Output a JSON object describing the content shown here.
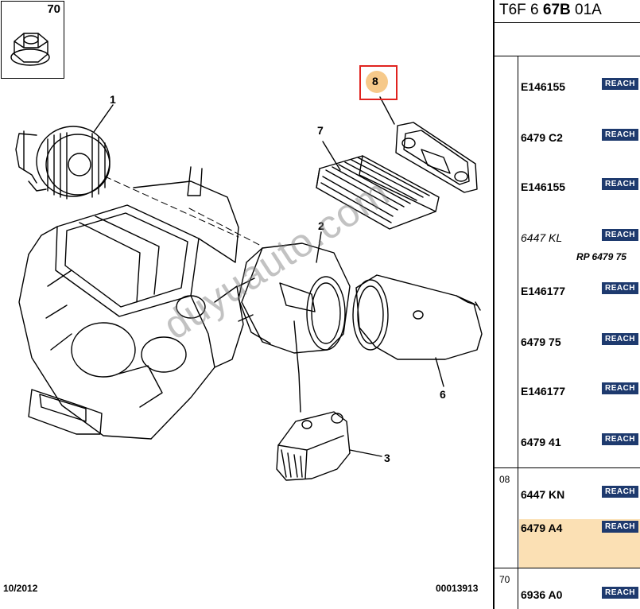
{
  "header": {
    "code_prefix": "T6F 6",
    "code_bold": "67B",
    "code_suffix": "01A"
  },
  "diagram": {
    "box_label": "70",
    "callouts": [
      "1",
      "2",
      "3",
      "6",
      "7",
      "8"
    ],
    "highlighted_callout": "8",
    "date": "10/2012",
    "code": "00013913",
    "watermark": "duyuauto.com"
  },
  "parts": {
    "group_a": [
      {
        "ref": "E146155",
        "badge": "REACH",
        "style": "bold"
      },
      {
        "ref": "6479 C2",
        "badge": "REACH",
        "style": "bold"
      },
      {
        "ref": "E146155",
        "badge": "REACH",
        "style": "bold"
      },
      {
        "ref": "6447 KL",
        "badge": "REACH",
        "style": "italic",
        "sub": "RP 6479 75"
      },
      {
        "ref": "E146177",
        "badge": "REACH",
        "style": "bold"
      },
      {
        "ref": "6479 75",
        "badge": "REACH",
        "style": "bold"
      },
      {
        "ref": "E146177",
        "badge": "REACH",
        "style": "bold"
      },
      {
        "ref": "6479 41",
        "badge": "REACH",
        "style": "bold"
      }
    ],
    "group_b": {
      "number": "08",
      "rows": [
        {
          "ref": "6447 KN",
          "badge": "REACH",
          "style": "bold"
        },
        {
          "ref": "6479 A4",
          "badge": "REACH",
          "style": "bold",
          "highlighted": true
        }
      ]
    },
    "group_c": {
      "number": "70",
      "rows": [
        {
          "ref": "6936 A0",
          "badge": "REACH",
          "style": "bold"
        }
      ]
    }
  },
  "colors": {
    "highlight_row": "#fbe0b4",
    "highlight_frame": "#e0231f",
    "badge": "#1e3a6e"
  }
}
